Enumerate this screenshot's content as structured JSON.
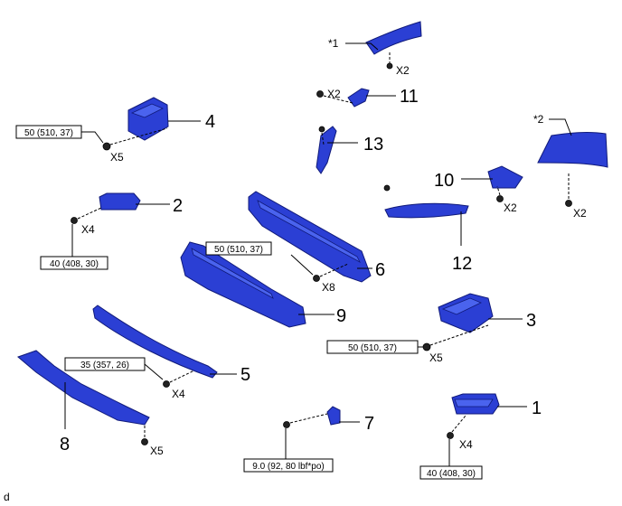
{
  "parts": [
    {
      "id": "1",
      "label": "1"
    },
    {
      "id": "2",
      "label": "2"
    },
    {
      "id": "3",
      "label": "3"
    },
    {
      "id": "4",
      "label": "4"
    },
    {
      "id": "5",
      "label": "5"
    },
    {
      "id": "6",
      "label": "6"
    },
    {
      "id": "7",
      "label": "7"
    },
    {
      "id": "8",
      "label": "8"
    },
    {
      "id": "9",
      "label": "9"
    },
    {
      "id": "10",
      "label": "10"
    },
    {
      "id": "11",
      "label": "11"
    },
    {
      "id": "12",
      "label": "12"
    },
    {
      "id": "13",
      "label": "13"
    }
  ],
  "refs": {
    "ref1": "*1",
    "ref2": "*2"
  },
  "torque": {
    "t_part4": "50 (510, 37)",
    "t_part2": "40 (408, 30)",
    "t_part6": "50 (510, 37)",
    "t_part5": "35 (357, 26)",
    "t_part3": "50 (510, 37)",
    "t_part7": "9.0 (92, 80 lbf*po)",
    "t_part1": "40 (408, 30)"
  },
  "qty": {
    "q_ref1": "X2",
    "q_11": "X2",
    "q_4": "X5",
    "q_2": "X4",
    "q_10": "X2",
    "q_ref2": "X2",
    "q_6": "X8",
    "q_3": "X5",
    "q_5": "X4",
    "q_8": "X5",
    "q_1": "X4"
  },
  "corner_mark": "d",
  "colors": {
    "part_fill": "#2b3fd4",
    "part_light": "#4a63ee",
    "outline": "#101a7a"
  }
}
